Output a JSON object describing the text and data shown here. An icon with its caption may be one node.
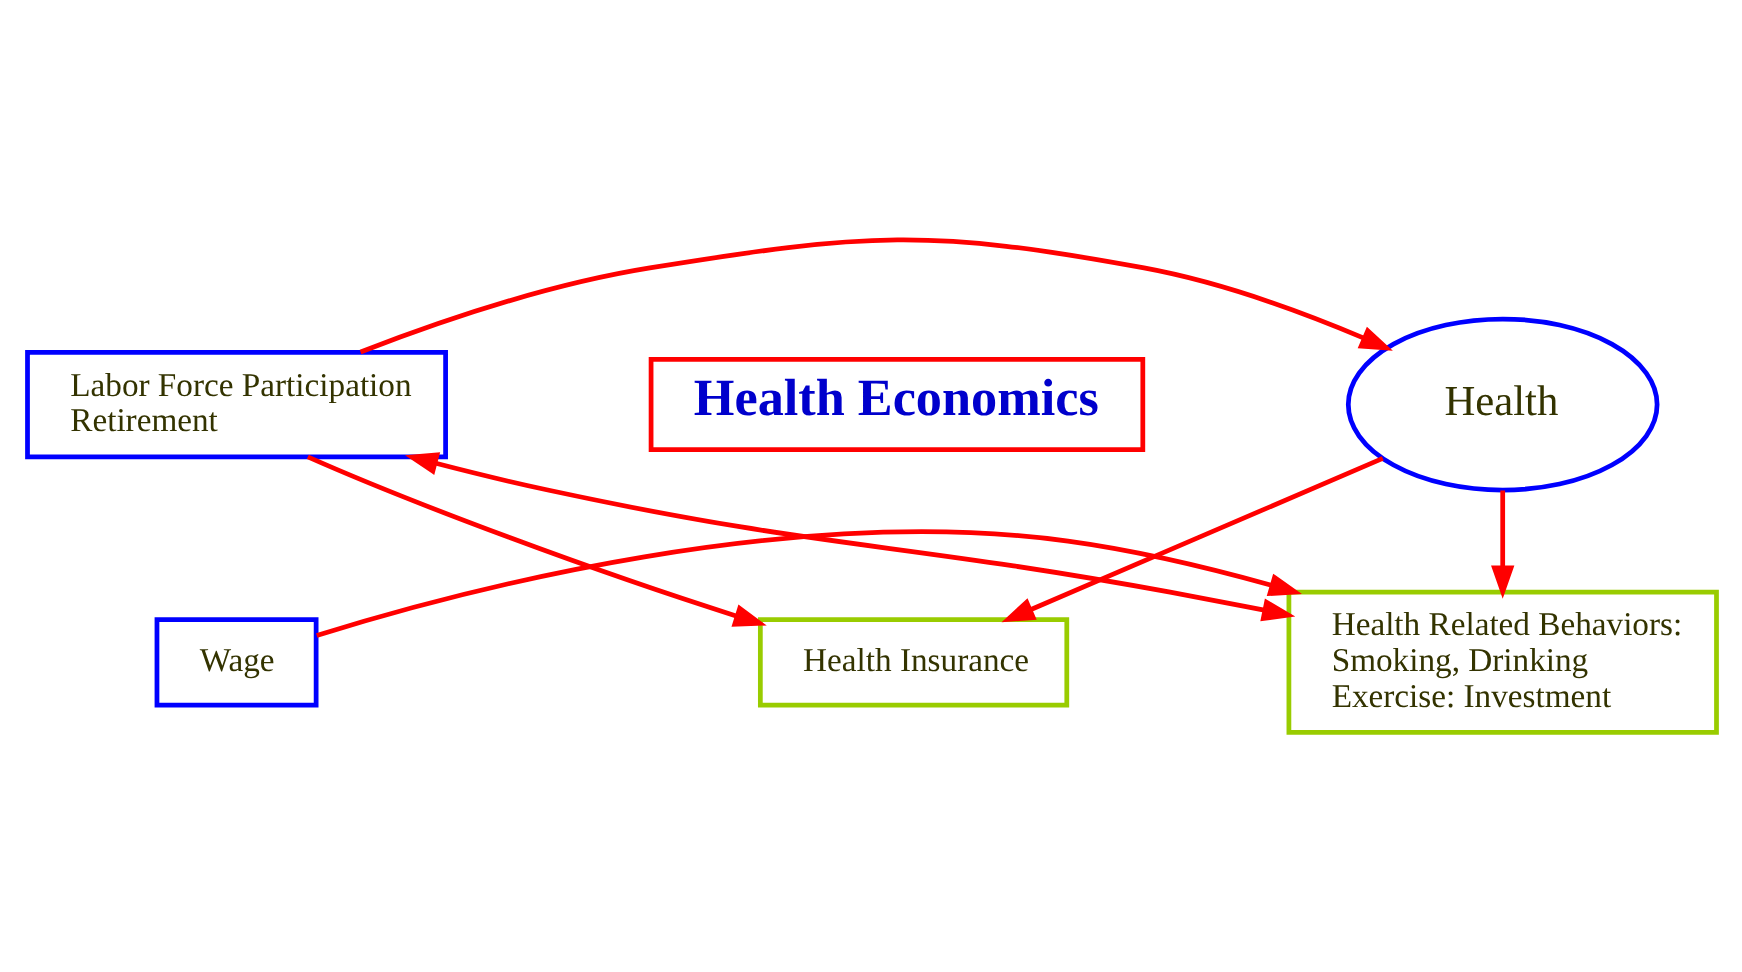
{
  "diagram": {
    "nodes": [
      {
        "text": [
          "Health Economics"
        ]
      },
      {
        "text": [
          "Health Insurance"
        ]
      },
      {
        "text": [
          "Health"
        ]
      },
      {
        "text": [
          "Labor Force Participation",
          "Retirement"
        ]
      },
      {
        "text": [
          "Wage"
        ]
      },
      {
        "text": [
          "Health Related Behaviors:",
          "Smoking, Drinking",
          "Exercise: Investment"
        ]
      }
    ],
    "edges": [
      {
        "from": 2,
        "to": 1,
        "arrow": "to"
      },
      {
        "from": 3,
        "to": 1,
        "arrow": "to"
      },
      {
        "from": 3,
        "to": 2,
        "arrow": "to"
      },
      {
        "from": 2,
        "to": 5,
        "arrow": "to"
      },
      {
        "from": 5,
        "to": 3,
        "arrow": "both"
      },
      {
        "from": 4,
        "to": 5,
        "arrow": "to"
      }
    ]
  }
}
